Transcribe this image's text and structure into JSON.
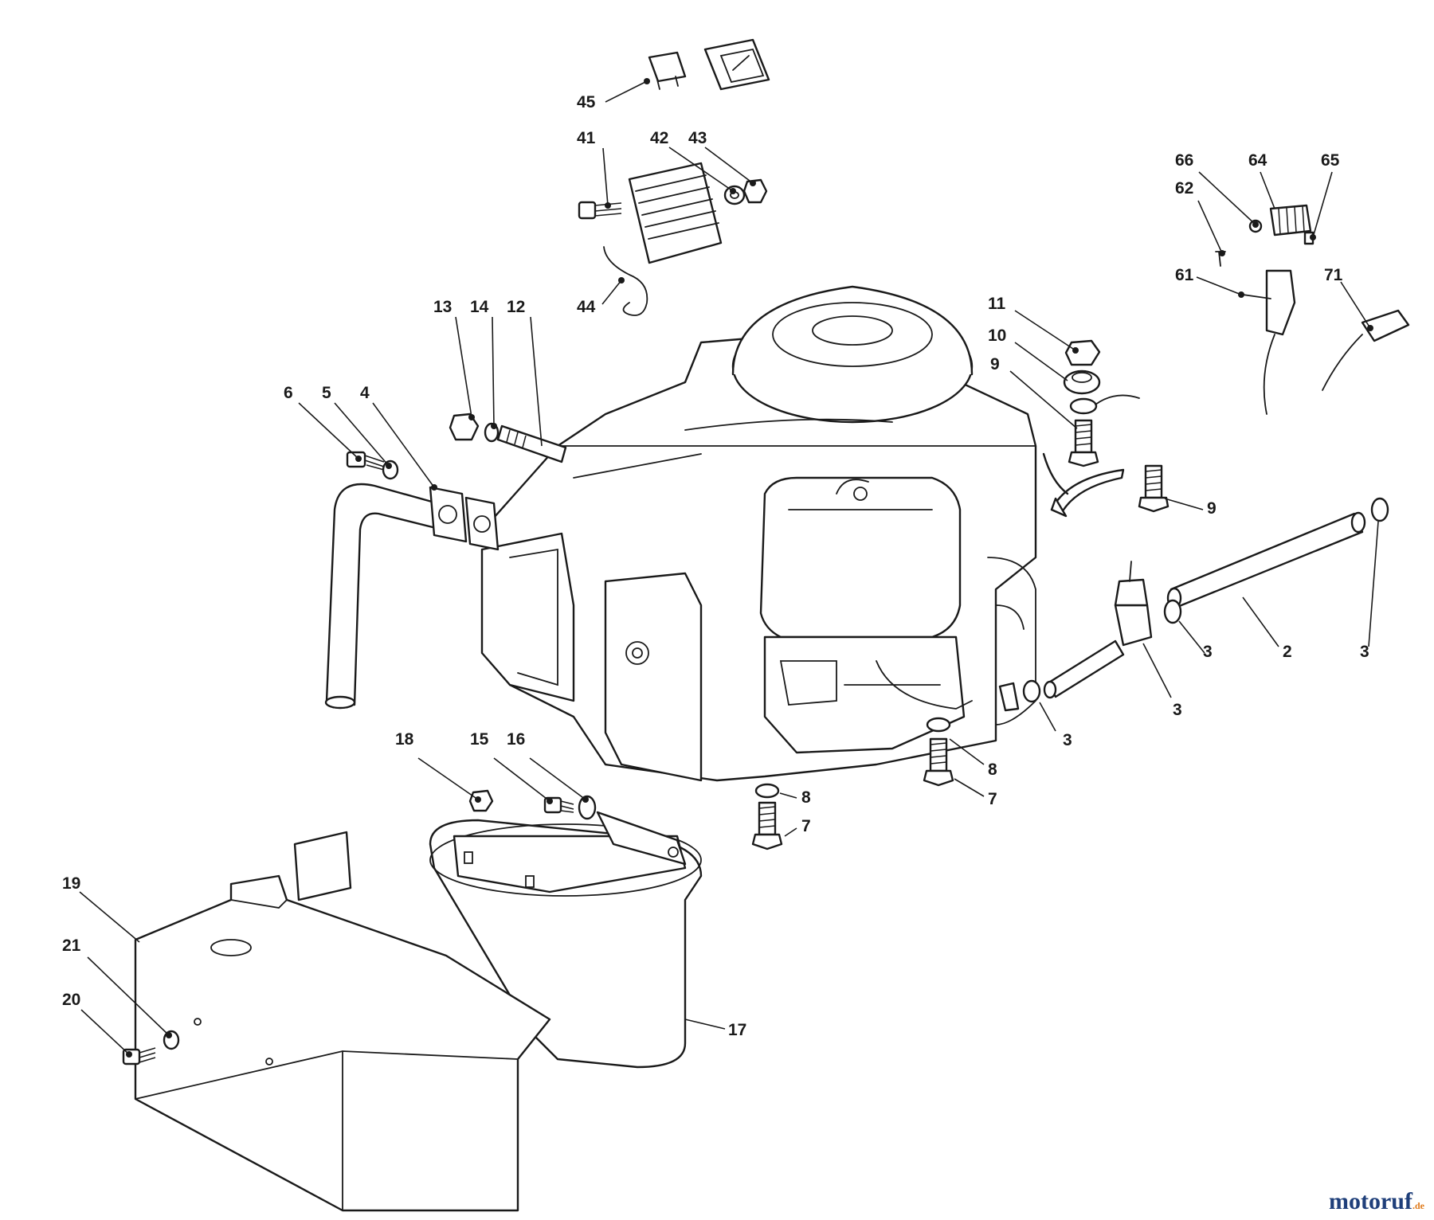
{
  "callouts": [
    {
      "id": "c45",
      "text": "45"
    },
    {
      "id": "c41",
      "text": "41"
    },
    {
      "id": "c42",
      "text": "42"
    },
    {
      "id": "c43",
      "text": "43"
    },
    {
      "id": "c44",
      "text": "44"
    },
    {
      "id": "c13",
      "text": "13"
    },
    {
      "id": "c14",
      "text": "14"
    },
    {
      "id": "c12",
      "text": "12"
    },
    {
      "id": "c6",
      "text": "6"
    },
    {
      "id": "c5",
      "text": "5"
    },
    {
      "id": "c4",
      "text": "4"
    },
    {
      "id": "c11",
      "text": "11"
    },
    {
      "id": "c10",
      "text": "10"
    },
    {
      "id": "c9a",
      "text": "9"
    },
    {
      "id": "c9b",
      "text": "9"
    },
    {
      "id": "c66",
      "text": "66"
    },
    {
      "id": "c64",
      "text": "64"
    },
    {
      "id": "c65",
      "text": "65"
    },
    {
      "id": "c62",
      "text": "62"
    },
    {
      "id": "c61",
      "text": "61"
    },
    {
      "id": "c71",
      "text": "71"
    },
    {
      "id": "c3a",
      "text": "3"
    },
    {
      "id": "c2",
      "text": "2"
    },
    {
      "id": "c3b",
      "text": "3"
    },
    {
      "id": "c3c",
      "text": "3"
    },
    {
      "id": "c3d",
      "text": "3"
    },
    {
      "id": "c8a",
      "text": "8"
    },
    {
      "id": "c7a",
      "text": "7"
    },
    {
      "id": "c8b",
      "text": "8"
    },
    {
      "id": "c7b",
      "text": "7"
    },
    {
      "id": "c18",
      "text": "18"
    },
    {
      "id": "c15",
      "text": "15"
    },
    {
      "id": "c16",
      "text": "16"
    },
    {
      "id": "c19",
      "text": "19"
    },
    {
      "id": "c21",
      "text": "21"
    },
    {
      "id": "c20",
      "text": "20"
    },
    {
      "id": "c17",
      "text": "17"
    }
  ],
  "watermark": {
    "main": "motoruf",
    "accent": ".de"
  }
}
